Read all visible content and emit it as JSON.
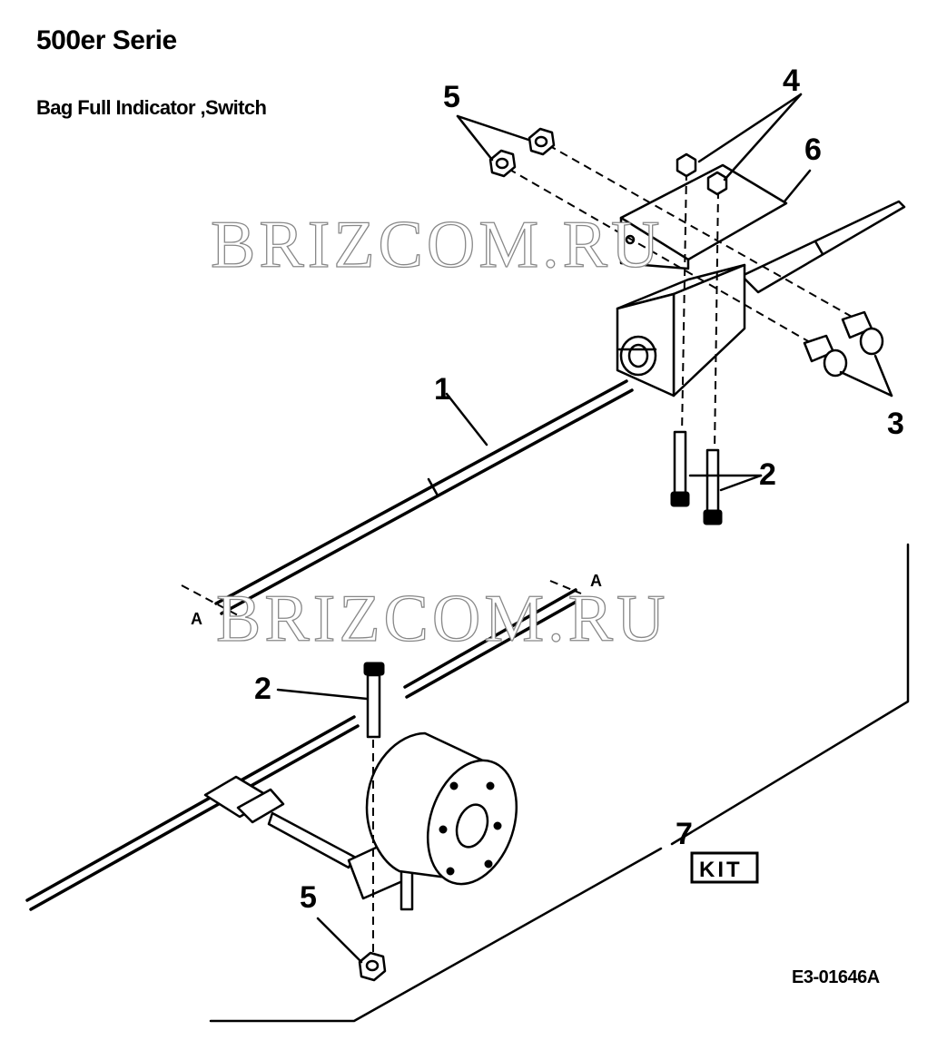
{
  "header": {
    "title": "500er Serie",
    "subtitle": "Bag Full Indicator ,Switch"
  },
  "watermark": "BRIZCOM.RU",
  "callouts": {
    "cable": "1",
    "screw_upper": "2",
    "screw_lower": "2",
    "rivet": "3",
    "nut_upper": "4",
    "nut_pair": "5",
    "nut_lower": "5",
    "bracket": "6",
    "kit": "7",
    "section_left": "A",
    "section_right": "A"
  },
  "kit_label": "KIT",
  "drawing_code": "E3-01646A"
}
